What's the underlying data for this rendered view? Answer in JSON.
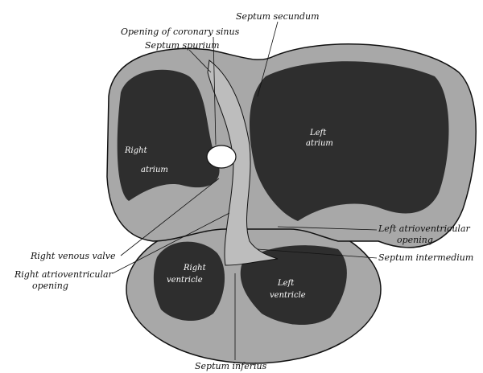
{
  "figure": {
    "labels": {
      "opening_coronary_sinus": "Opening of coronary sinus",
      "septum_secundum": "Septum secundum",
      "septum_spurium": "Septum spurium",
      "right_atrium_1": "Right",
      "right_atrium_2": "atrium",
      "left_atrium_1": "Left",
      "left_atrium_2": "atrium",
      "left_av_opening_1": "Left atrioventricular",
      "left_av_opening_2": "opening",
      "right_venous_valve": "Right venous valve",
      "septum_intermedium": "Septum intermedium",
      "right_av_opening_1": "Right atrioventricular",
      "right_av_opening_2": "opening",
      "right_ventricle_1": "Right",
      "right_ventricle_2": "ventricle",
      "left_ventricle_1": "Left",
      "left_ventricle_2": "ventricle",
      "septum_inferius": "Septum inferius"
    },
    "colors": {
      "wall": "#9a9a9a",
      "cavity": "#2e2e2e",
      "outline": "#111111"
    }
  }
}
